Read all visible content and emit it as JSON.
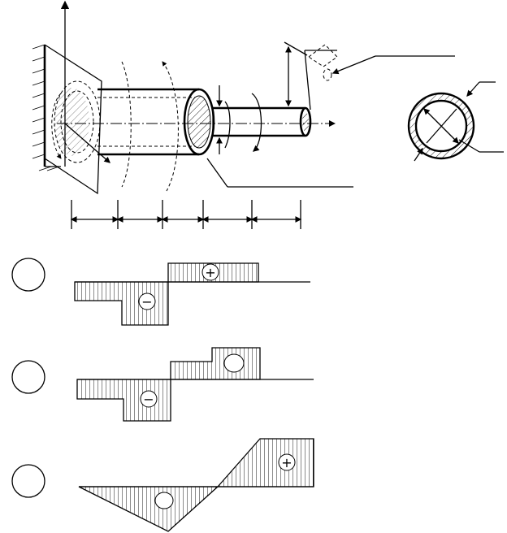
{
  "figure": {
    "shaft_diagram": {
      "segments": 5
    },
    "cross_section": {
      "shape": "hollow-circle"
    },
    "plots": [
      {
        "id": "plot-1",
        "signs": [
          "−",
          "+"
        ]
      },
      {
        "id": "plot-2",
        "signs": [
          "−",
          ""
        ]
      },
      {
        "id": "plot-3",
        "signs": [
          "",
          "+"
        ]
      }
    ]
  }
}
